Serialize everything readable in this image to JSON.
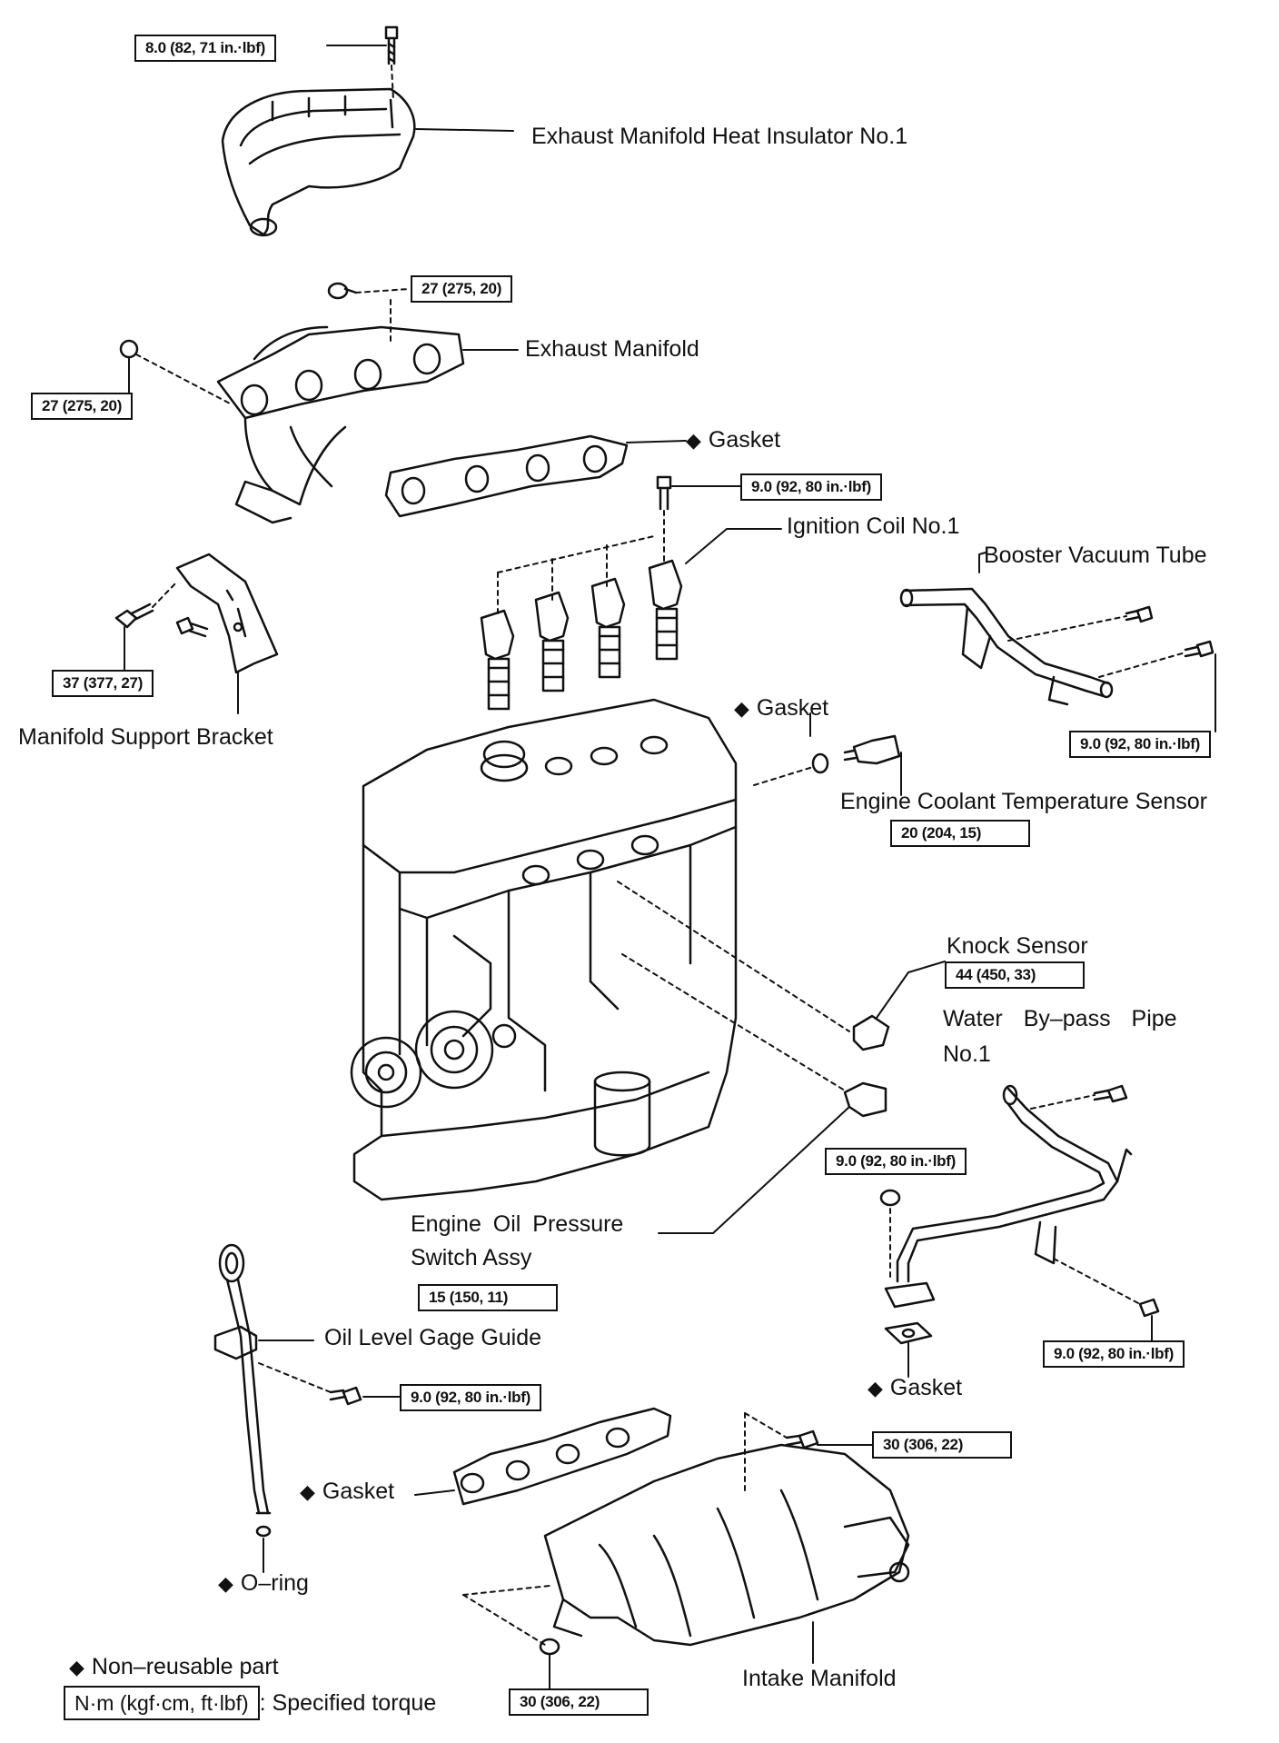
{
  "parts": {
    "exhaust_heat_insulator": "Exhaust Manifold Heat Insulator No.1",
    "exhaust_manifold": "Exhaust Manifold",
    "gasket_exhaust": "Gasket",
    "ignition_coil": "Ignition Coil No.1",
    "booster_vacuum_tube": "Booster Vacuum Tube",
    "manifold_support_bracket": "Manifold Support Bracket",
    "gasket_ect": "Gasket",
    "ect_sensor": "Engine Coolant Temperature Sensor",
    "knock_sensor": "Knock Sensor",
    "water_bypass_pipe_line1": "Water By–pass Pipe",
    "water_bypass_pipe_line2": "No.1",
    "oil_pressure_switch_line1": "Engine Oil Pressure",
    "oil_pressure_switch_line2": "Switch Assy",
    "oil_level_gage_guide": "Oil Level Gage Guide",
    "gasket_water_pipe": "Gasket",
    "gasket_intake": "Gasket",
    "o_ring": "O–ring",
    "intake_manifold": "Intake Manifold"
  },
  "torques": {
    "insulator_bolt": "8.0 (82, 71 in.·lbf)",
    "exhaust_stud_nut": "27 (275, 20)",
    "exhaust_nut_left": "27 (275, 20)",
    "ignition_coil_bolt": "9.0 (92, 80 in.·lbf)",
    "bracket_bolt": "37 (377, 27)",
    "booster_tube_bolt": "9.0 (92, 80 in.·lbf)",
    "ect_sensor": "20 (204, 15)",
    "knock_sensor": "44 (450, 33)",
    "water_pipe_nut": "9.0 (92, 80 in.·lbf)",
    "oil_pressure_switch": "15 (150, 11)",
    "water_pipe_bolt": "9.0 (92, 80 in.·lbf)",
    "gage_guide_bolt": "9.0 (92, 80 in.·lbf)",
    "intake_bolt_top": "30 (306, 22)",
    "intake_nut_bottom": "30 (306, 22)"
  },
  "legend": {
    "non_reusable": "Non–reusable part",
    "unit": "N·m (kgf·cm, ft·lbf)",
    "specified": ": Specified torque"
  },
  "symbols": {
    "diamond": "◆"
  }
}
